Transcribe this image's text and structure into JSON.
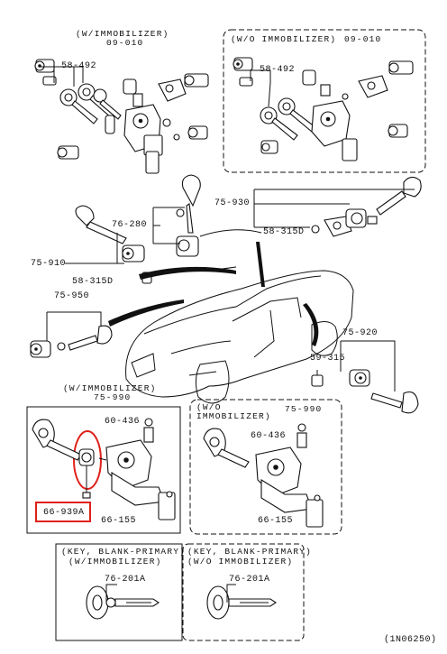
{
  "sections": {
    "top_with_immobilizer": "(W/IMMOBILIZER)",
    "top_with_immobilizer_code": "09-010",
    "top_without_immobilizer": "(W/O  IMMOBILIZER)",
    "top_without_immobilizer_code": "09-010",
    "mid_with_immobilizer": "(W/IMMOBILIZER)",
    "mid_with_immobilizer_code": "75-990",
    "mid_without_immobilizer_l1": "(W/O",
    "mid_without_immobilizer_l2": "IMMOBILIZER)",
    "mid_without_immobilizer_code": "75-990",
    "key_with_l1": "(KEY, BLANK-PRIMARY)",
    "key_with_l2": "(W/IMMOBILIZER)",
    "key_without_l1": "(KEY, BLANK-PRIMARY)",
    "key_without_l2": "(W/O IMMOBILIZER)"
  },
  "labels": {
    "p58_492_a": "58-492",
    "p58_492_b": "58-492",
    "p75_930": "75-930",
    "p76_280": "76-280",
    "p58_315d_a": "58-315D",
    "p58_315d_b": "58-315D",
    "p75_910": "75-910",
    "p75_950": "75-950",
    "p75_920": "75-920",
    "p59_315": "59-315",
    "p60_436_a": "60-436",
    "p60_436_b": "60-436",
    "p66_939a": "66-939A",
    "p66_155_a": "66-155",
    "p66_155_b": "66-155",
    "p76_201a_a": "76-201A",
    "p76_201a_b": "76-201A"
  },
  "footer": {
    "code": "(1N06250)"
  },
  "colors": {
    "line": "#111111",
    "highlight": "#e0201a",
    "background": "#ffffff"
  }
}
